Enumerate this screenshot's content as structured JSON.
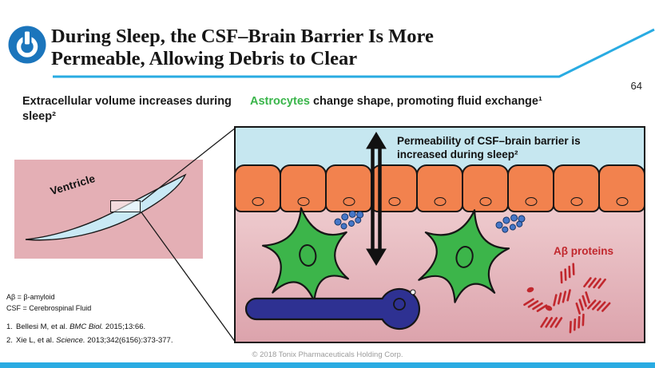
{
  "slide": {
    "page_number": "64",
    "title_line1": "During Sleep, the CSF–Brain Barrier Is More",
    "title_line2": "Permeable, Allowing Debris to Clear",
    "footer": "© 2018 Tonix Pharmaceuticals Holding Corp."
  },
  "left_panel": {
    "heading": "Extracellular volume increases during sleep²",
    "ventricle_label": "Ventricle"
  },
  "right_panel": {
    "heading_highlight": "Astrocytes",
    "heading_rest": " change shape, promoting fluid exchange¹",
    "caption": "Permeability of CSF–brain barrier is increased during sleep²",
    "abeta_label": "Aβ proteins"
  },
  "abbreviations": {
    "line1": "Aβ = β-amyloid",
    "line2": "CSF = Cerebrospinal Fluid"
  },
  "references": [
    {
      "num": "1.",
      "authors": "Bellesi M, et al. ",
      "journal": "BMC Biol.",
      "tail": " 2015;13:66."
    },
    {
      "num": "2.",
      "authors": "Xie L, et al. ",
      "journal": "Science.",
      "tail": " 2013;342(6156):373-377."
    }
  ],
  "icons": {
    "logo": "power-icon"
  },
  "colors": {
    "accent_blue": "#29ABE2",
    "logo_blue": "#1B75BC",
    "astrocyte_green": "#3CB54A",
    "cell_orange": "#F2824E",
    "csf_blue": "#C6E7F0",
    "vessel_blue": "#2E3192",
    "abeta_red": "#C1272D",
    "tissue_pink": "#E4AFB5"
  }
}
